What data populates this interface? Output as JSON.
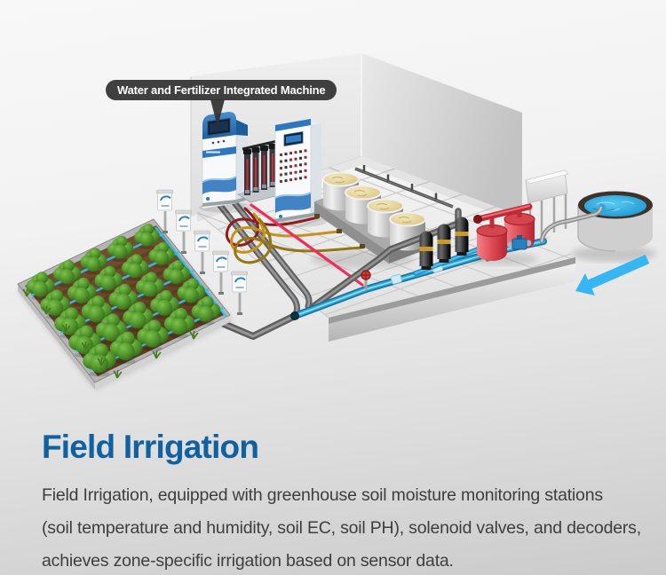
{
  "illustration": {
    "machine_label": "Water and Fertilizer Integrated Machine",
    "components": {
      "field": "crop-field-with-drip-lines",
      "stations": "soil-moisture-monitoring-stations",
      "machines": "water-fertilizer-integrated-machine-and-control-cabinet",
      "tanks": "fertilizer-stock-tanks",
      "filters": "black-filter-canisters",
      "sand_filter": "red-sand-filter-unit",
      "pool": "water-source-pool",
      "arrow": "water-intake-flow-arrow"
    },
    "colors": {
      "water_pipe": "#2fa9dd",
      "drip_line": "#2fc1f2",
      "fertilizer_pipe_pink": "#ee2d5c",
      "fertilizer_pipe_dark_red": "#8e1c22",
      "fertilizer_pipe_gold": "#c5921f",
      "fertilizer_pipe_olive": "#947714",
      "flow_arrow": "#38b6f3",
      "badge_background": "#323232",
      "machine_accent_blue": "#2e77bd"
    }
  },
  "content": {
    "title": "Field Irrigation",
    "title_color": "#1160a0",
    "description_lines": [
      "Field Irrigation, equipped with greenhouse soil moisture monitoring stations",
      "(soil temperature and humidity, soil EC, soil PH), solenoid valves, and decoders,",
      "achieves zone-specific irrigation based on sensor data."
    ]
  }
}
